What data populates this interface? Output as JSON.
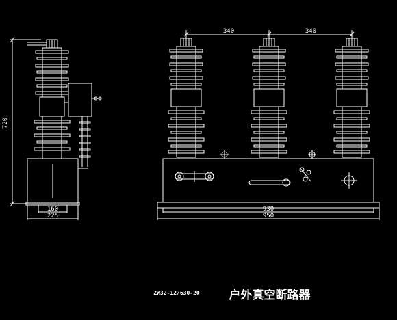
{
  "colors": {
    "background": "#000000",
    "line": "#ffffff"
  },
  "dimensions": {
    "side_height": "720",
    "side_inner_width": "160",
    "side_outer_width": "225",
    "pole_spacing_left": "340",
    "pole_spacing_right": "340",
    "base_inner_width": "930",
    "base_outer_width": "950"
  },
  "caption": {
    "model": "ZW32-12/630-20",
    "name": "户外真空断路器"
  }
}
